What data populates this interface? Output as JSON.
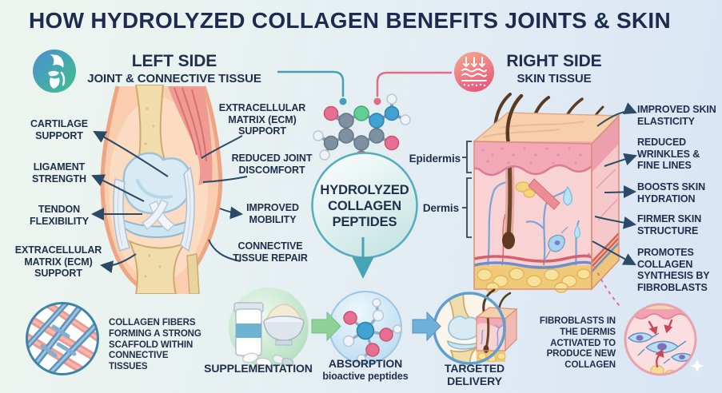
{
  "title": "HOW HYDROLYZED COLLAGEN BENEFITS JOINTS & SKIN",
  "left_section": {
    "heading": "LEFT SIDE",
    "subheading": "JOINT & CONNECTIVE TISSUE",
    "labels": [
      "CARTILAGE SUPPORT",
      "LIGAMENT STRENGTH",
      "TENDON FLEXIBILITY",
      "EXTRACELLULAR MATRIX (ECM) SUPPORT"
    ],
    "inner_labels": [
      "EXTRACELLULAR MATRIX (ECM) SUPPORT",
      "REDUCED JOINT DISCOMFORT",
      "IMPROVED MOBILITY",
      "CONNECTIVE TISSUE REPAIR"
    ]
  },
  "right_section": {
    "heading": "RIGHT SIDE",
    "subheading": "SKIN TISSUE",
    "layer_labels": [
      "Epidermis",
      "Dermis"
    ],
    "labels": [
      "IMPROVED SKIN ELASTICITY",
      "REDUCED WRINKLES & FINE LINES",
      "BOOSTS SKIN HYDRATION",
      "FIRMER SKIN STRUCTURE",
      "PROMOTES COLLAGEN SYNTHESIS BY FIBROBLASTS"
    ]
  },
  "center": {
    "lines": [
      "HYDROLYZED",
      "COLLAGEN",
      "PEPTIDES"
    ]
  },
  "bottom": {
    "collagen_fibers_caption": "COLLAGEN FIBERS FORMING A STRONG SCAFFOLD WITHIN CONNECTIVE TISSUES",
    "steps": [
      {
        "label": "SUPPLEMENTATION",
        "sublabel": ""
      },
      {
        "label": "ABSORPTION",
        "sublabel": "bioactive peptides"
      },
      {
        "label": "TARGETED DELIVERY",
        "sublabel": ""
      }
    ],
    "fibroblasts_caption": "FIBROBLASTS IN THE DERMIS ACTIVATED TO PRODUCE NEW COLLAGEN"
  },
  "icons": {
    "left_header_icon": "knee-joint-icon",
    "right_header_icon": "skin-layers-icon"
  },
  "colors": {
    "accent_teal": "#44a0b5",
    "accent_pink": "#e26a88",
    "text_dark": "#20304c",
    "title": "#1d2c4e"
  }
}
